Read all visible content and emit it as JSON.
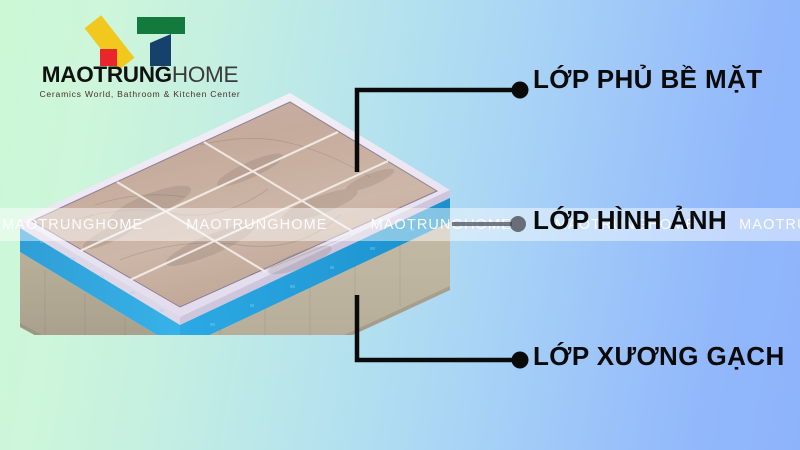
{
  "brand": {
    "name_bold": "MAOTRUNG",
    "name_light": "HOME",
    "tagline": "Ceramics World, Bathroom & Kitchen Center",
    "colors": {
      "yellow": "#f0c81e",
      "red": "#e8262c",
      "green": "#127a3d",
      "navy": "#16416b"
    }
  },
  "background": {
    "gradient_from": "#ccf8d6",
    "gradient_to": "#8eb3fb",
    "direction": "left-to-right"
  },
  "watermark": {
    "text": "MAOTRUNGHOME",
    "repeat_count": 7
  },
  "diagram": {
    "type": "isometric-cutaway",
    "subject": "ceramic-tile-cross-section",
    "layers": [
      {
        "id": "surface",
        "label": "LỚP PHỦ BỀ MẶT",
        "color": "#efeaf4"
      },
      {
        "id": "image",
        "label": "LỚP HÌNH ẢNH",
        "color": "#29a8e0"
      },
      {
        "id": "body",
        "label": "LỚP XƯƠNG GẠCH",
        "color": "#b5ad95"
      }
    ],
    "tile_face": {
      "color": "#c3ab9e",
      "grout_color": "#f2ece8",
      "grid_rows": 3,
      "grid_cols": 3
    }
  },
  "callouts": [
    {
      "label": "LỚP PHỦ BỀ MẶT",
      "dot_color": "#0a0a0a"
    },
    {
      "label": "LỚP HÌNH ẢNH",
      "dot_color": "#0a0a0a"
    },
    {
      "label": "LỚP XƯƠNG GẠCH",
      "dot_color": "#0a0a0a"
    }
  ]
}
